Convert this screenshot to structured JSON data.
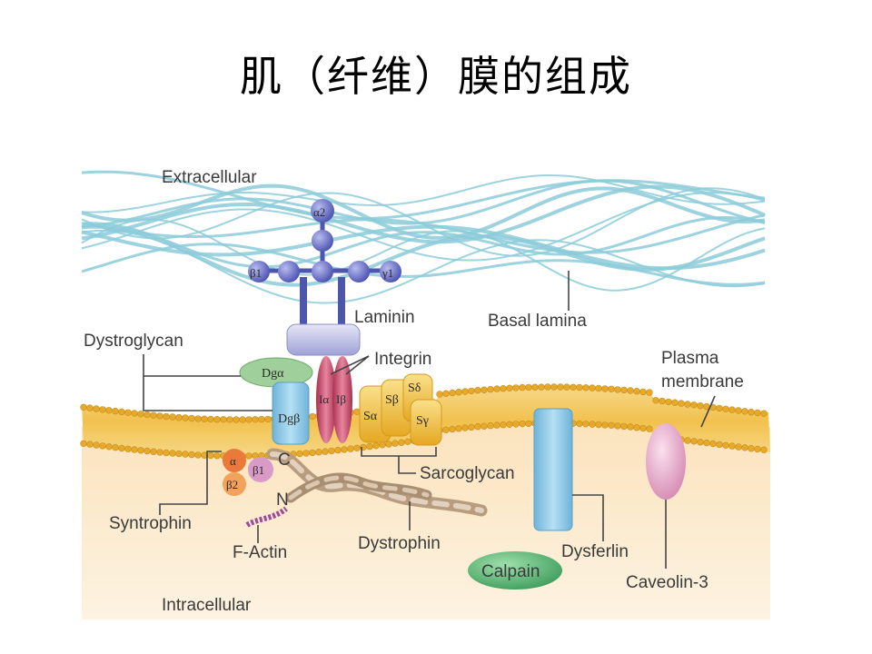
{
  "title": "肌（纤维）膜的组成",
  "labels": {
    "extracellular": "Extracellular",
    "intracellular": "Intracellular",
    "laminin": "Laminin",
    "basal_lamina": "Basal lamina",
    "dystroglycan": "Dystroglycan",
    "integrin": "Integrin",
    "plasma_membrane_line1": "Plasma",
    "plasma_membrane_line2": "membrane",
    "sarcoglycan": "Sarcoglycan",
    "syntrophin": "Syntrophin",
    "f_actin": "F-Actin",
    "dystrophin": "Dystrophin",
    "dysferlin": "Dysferlin",
    "calpain": "Calpain",
    "caveolin3": "Caveolin-3"
  },
  "protein_labels": {
    "alpha2": "α2",
    "beta1_laminin": "β1",
    "gamma1": "γ1",
    "dg_alpha": "Dgα",
    "dg_beta": "Dgβ",
    "i_alpha": "Iα",
    "i_beta": "Iβ",
    "s_alpha": "Sα",
    "s_beta": "Sβ",
    "s_delta": "Sδ",
    "s_gamma": "Sγ",
    "syn_alpha": "α",
    "syn_beta1": "β1",
    "syn_beta2": "β2",
    "c_term": "C",
    "n_term": "N"
  },
  "colors": {
    "basal_lamina": "#8ccbd9",
    "membrane": "#f3c35a",
    "cytoplasm": "#fbe8c8",
    "laminin": "#5b62b8",
    "dystroglycan_alpha": "#9fcf9a",
    "dystroglycan_beta": "#8ec8e6",
    "integrin": "#c2476c",
    "sarcoglycan": "#f2c03a",
    "dysferlin": "#8ccbe8",
    "caveolin": "#e2a6c6",
    "calpain": "#5fba78",
    "dystrophin": "#c9b29a"
  }
}
